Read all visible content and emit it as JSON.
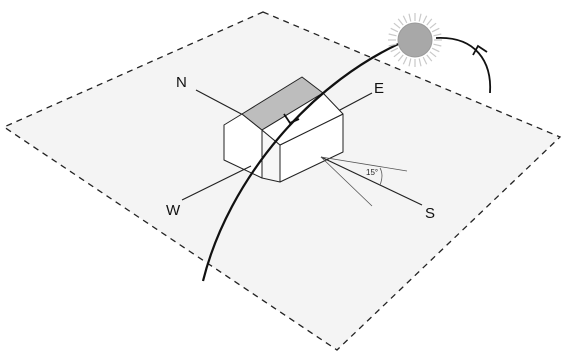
{
  "labels": {
    "north": "N",
    "east": "E",
    "west": "W",
    "south": "S",
    "angle": "15°"
  },
  "icons": {
    "sun": "sun-icon",
    "path_arrow": "arrow-head-icon"
  },
  "colors": {
    "ground": "#f4f4f4",
    "sun": "#a8a8a8",
    "sun_rays": "#c9c9c9",
    "roof_shade": "#bdbdbd",
    "lines": "#1a1a1a"
  }
}
